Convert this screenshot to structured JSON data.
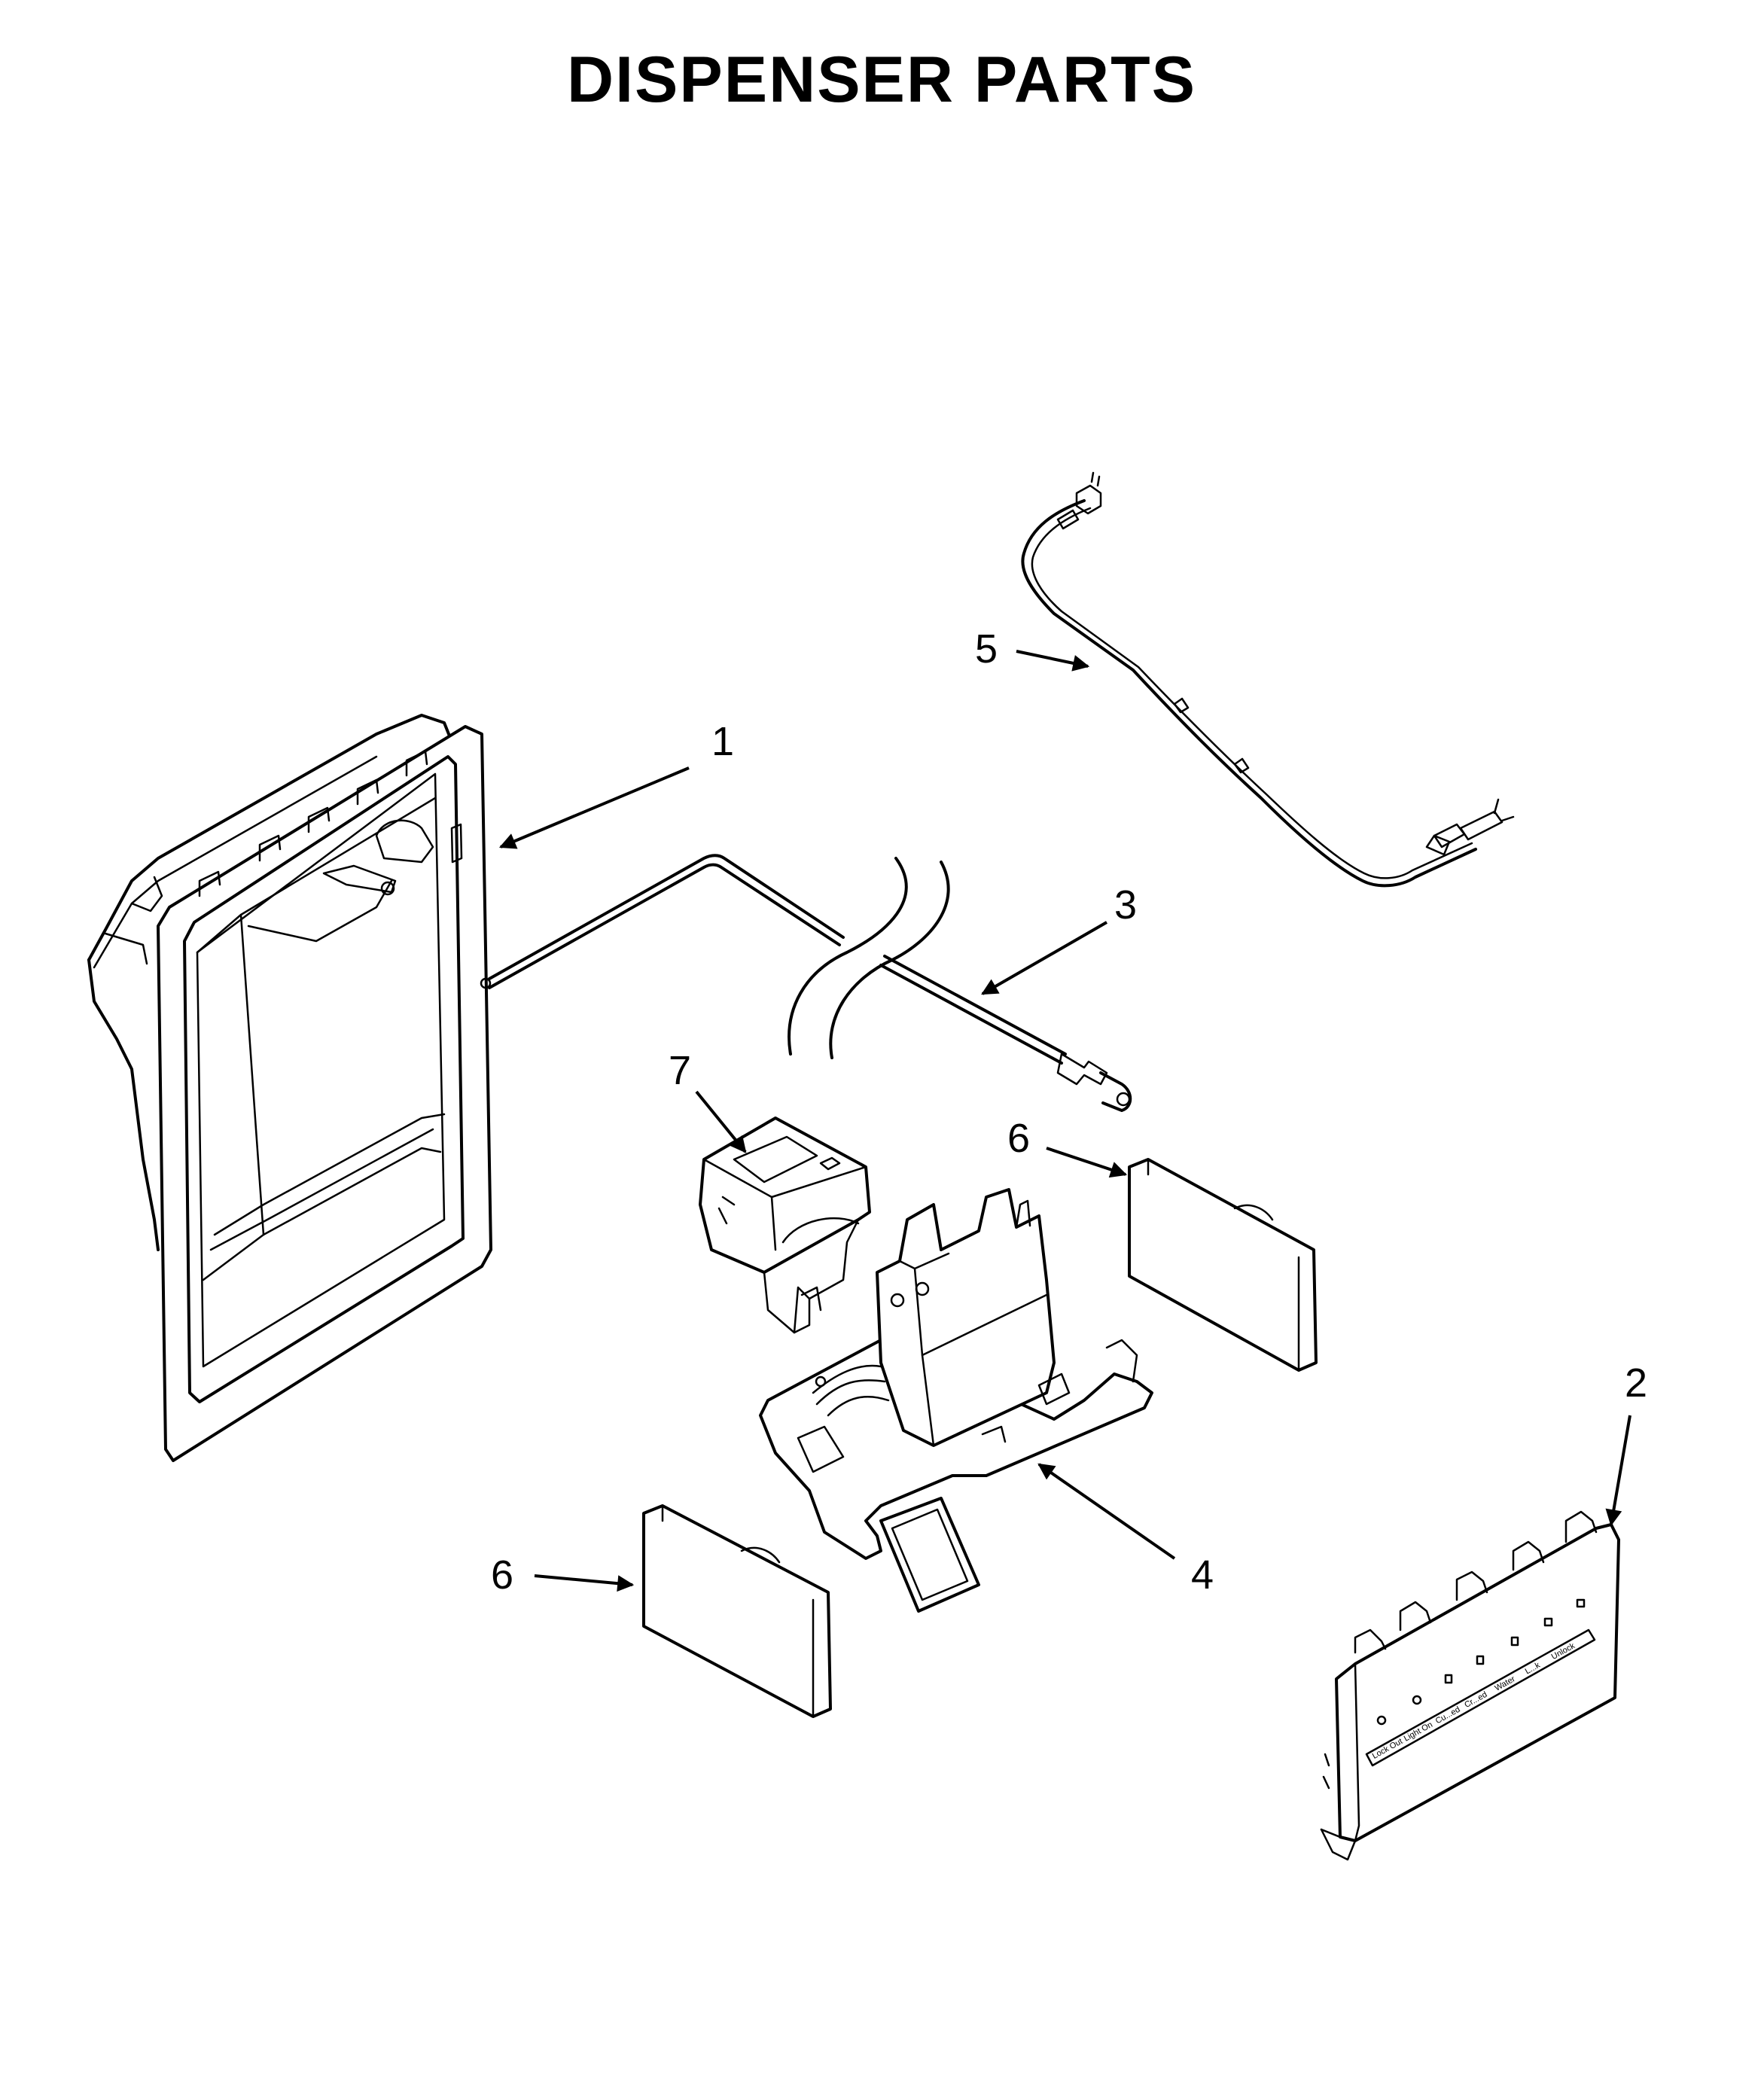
{
  "title": "DISPENSER PARTS",
  "callouts": {
    "housing": "1",
    "control_panel": "2",
    "water_tube": "3",
    "dispenser_assembly": "4",
    "wire_harness": "5",
    "trim_right": "6",
    "trim_left": "6",
    "switch_cover": "7"
  },
  "panel_labels": [
    "Lock Out",
    "Light On",
    "Cu...ed",
    "Cr...ed",
    "Water",
    "L...k",
    "Unlock"
  ]
}
